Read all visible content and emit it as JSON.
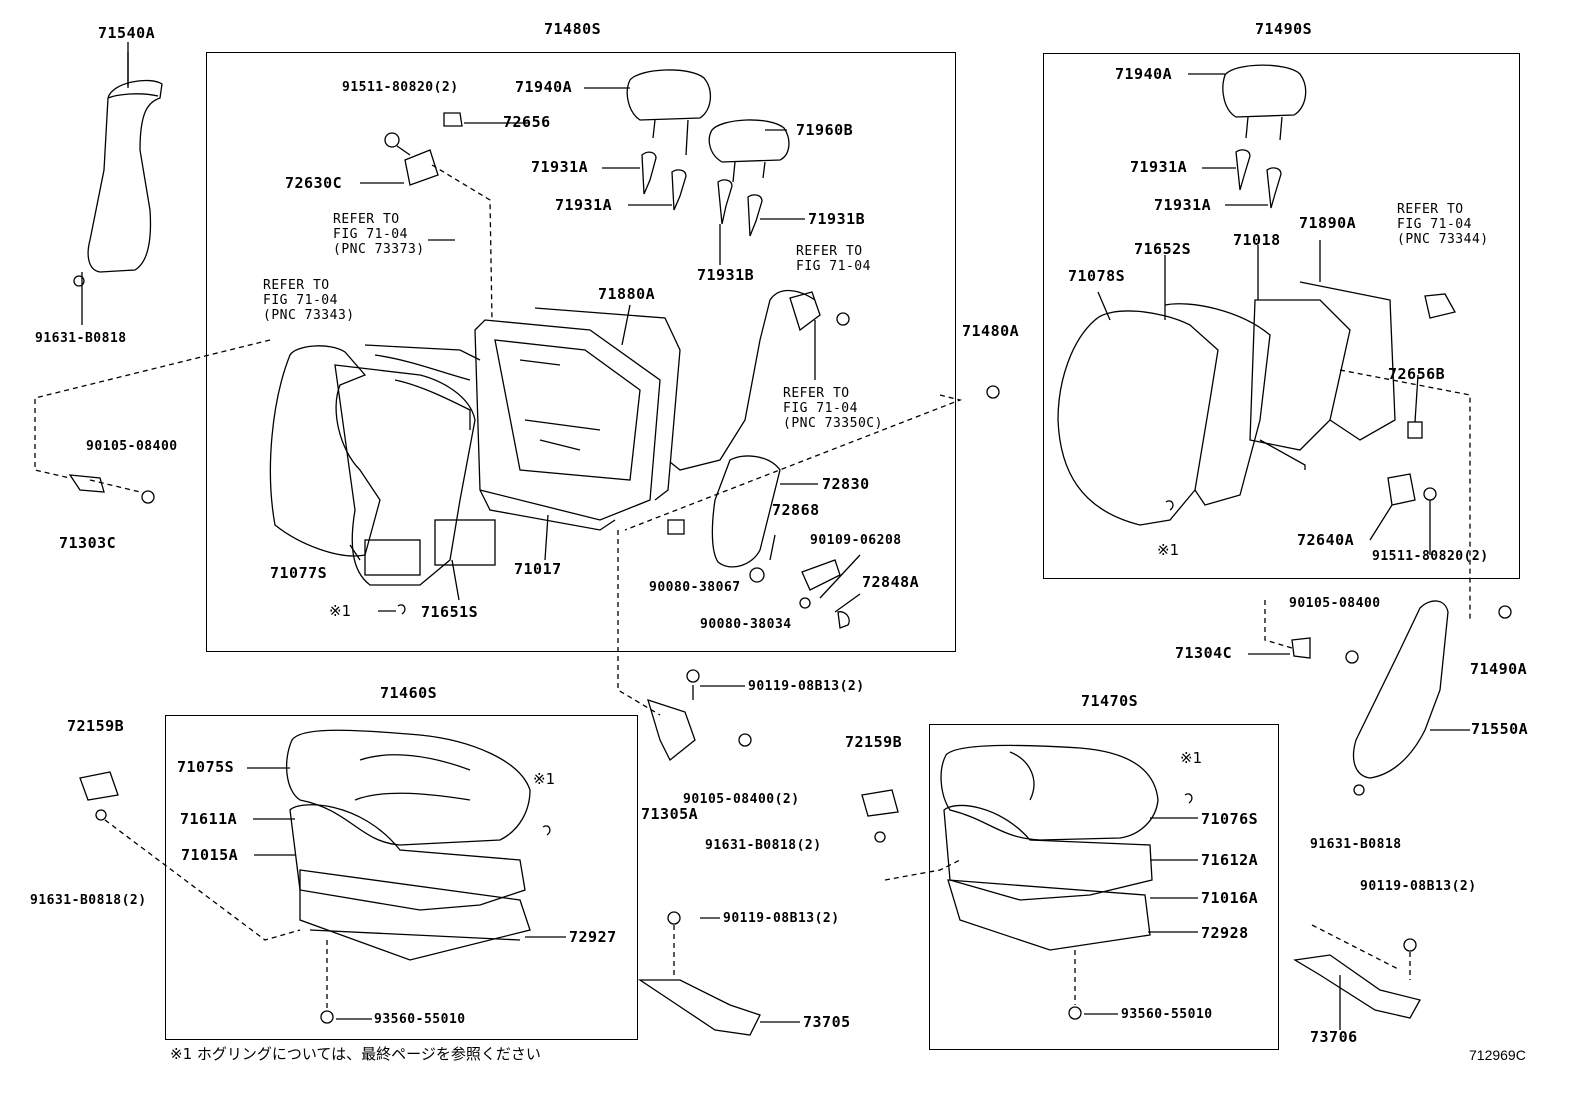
{
  "groups": {
    "g71480s": "71480S",
    "g71490s": "71490S",
    "g71460s": "71460S",
    "g71470s": "71470S"
  },
  "parts": {
    "p71540a": "71540A",
    "p91631_b0818_tl": "91631-B0818",
    "p90105_08400_l": "90105-08400",
    "p71303c": "71303C",
    "p91511_80820": "91511-80820(2)",
    "p72656": "72656",
    "p72630c": "72630C",
    "p71940a_l": "71940A",
    "p71960b": "71960B",
    "p71931a_1": "71931A",
    "p71931a_2": "71931A",
    "p71931b_r": "71931B",
    "p71931b_b": "71931B",
    "p71880a": "71880A",
    "p71480a": "71480A",
    "p72830": "72830",
    "p72868": "72868",
    "p90109_06208": "90109-06208",
    "p72848a": "72848A",
    "p90080_38067": "90080-38067",
    "p90080_38034": "90080-38034",
    "p71077s": "71077S",
    "p71651s": "71651S",
    "p71017": "71017",
    "p71940a_r": "71940A",
    "p71931a_r1": "71931A",
    "p71931a_r2": "71931A",
    "p71890a": "71890A",
    "p71018": "71018",
    "p71652s": "71652S",
    "p71078s": "71078S",
    "p72656b": "72656B",
    "p72640a": "72640A",
    "p91511_80820_r": "91511-80820(2)",
    "p90105_08400_r": "90105-08400",
    "p71304c": "71304C",
    "p71490a": "71490A",
    "p71550a": "71550A",
    "p91631_b0818_r": "91631-B0818",
    "p90119_08b13_c": "90119-08B13(2)",
    "p90105_08400_c": "90105-08400(2)",
    "p71305a": "71305A",
    "p72159b_l": "72159B",
    "p91631_b0818_2l": "91631-B0818(2)",
    "p71075s": "71075S",
    "p71611a": "71611A",
    "p71015a": "71015A",
    "p72927": "72927",
    "p93560_55010_l": "93560-55010",
    "p90119_08b13_b": "90119-08B13(2)",
    "p73705": "73705",
    "p72159b_r": "72159B",
    "p91631_b0818_2r": "91631-B0818(2)",
    "p71076s": "71076S",
    "p71612a": "71612A",
    "p71016a": "71016A",
    "p72928": "72928",
    "p93560_55010_r": "93560-55010",
    "p90119_08b13_r": "90119-08B13(2)",
    "p73706": "73706"
  },
  "refs": {
    "r73373": "REFER TO\nFIG 71-04\n(PNC 73373)",
    "r73343": "REFER TO\nFIG 71-04\n(PNC 73343)",
    "r7104": "REFER TO\nFIG 71-04",
    "r73350c": "REFER TO\nFIG 71-04\n(PNC 73350C)",
    "r73344": "REFER TO\nFIG 71-04\n(PNC 73344)"
  },
  "marks": {
    "m1_a": "※1",
    "m1_b": "※1",
    "m1_c": "※1",
    "m1_d": "※1"
  },
  "footnote": "※1  ホグリングについては、最終ページを参照ください",
  "figure_id": "712969C"
}
